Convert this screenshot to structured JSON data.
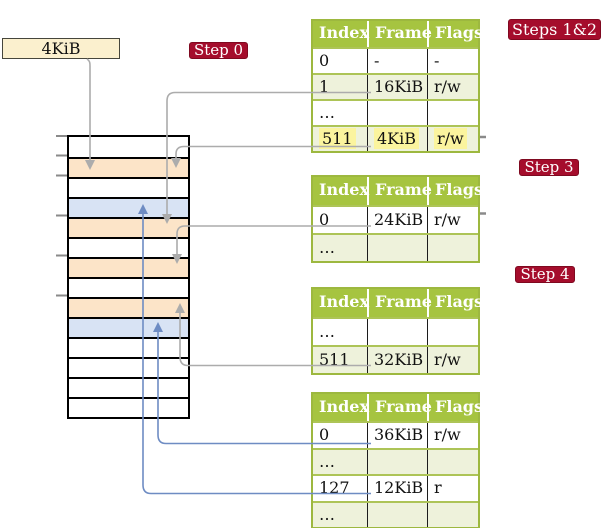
{
  "pointer_box": {
    "label": "4KiB"
  },
  "labels": {
    "step0": "Step 0",
    "steps12": "Steps 1&2",
    "step3": "Step 3",
    "step4": "Step 4"
  },
  "tables": [
    {
      "id": "page-table-steps-1-2",
      "columns": [
        "Index",
        "Frame",
        "Flags"
      ],
      "rows": [
        {
          "cells": [
            "0",
            "-",
            "-"
          ],
          "highlight": false
        },
        {
          "cells": [
            "1",
            "16KiB",
            "r/w"
          ],
          "highlight": false
        },
        {
          "cells": [
            "…",
            "",
            ""
          ],
          "highlight": false
        },
        {
          "cells": [
            "511",
            "4KiB",
            "r/w"
          ],
          "highlight": true
        }
      ]
    },
    {
      "id": "page-table-step-3",
      "columns": [
        "Index",
        "Frame",
        "Flags"
      ],
      "rows": [
        {
          "cells": [
            "0",
            "24KiB",
            "r/w"
          ],
          "highlight": false
        },
        {
          "cells": [
            "…",
            "",
            ""
          ],
          "highlight": false
        }
      ]
    },
    {
      "id": "page-table-step-4a",
      "columns": [
        "Index",
        "Frame",
        "Flags"
      ],
      "rows": [
        {
          "cells": [
            "…",
            "",
            ""
          ],
          "highlight": false
        },
        {
          "cells": [
            "511",
            "32KiB",
            "r/w"
          ],
          "highlight": false
        }
      ]
    },
    {
      "id": "page-table-step-4b",
      "columns": [
        "Index",
        "Frame",
        "Flags"
      ],
      "rows": [
        {
          "cells": [
            "0",
            "36KiB",
            "r/w"
          ],
          "highlight": false
        },
        {
          "cells": [
            "…",
            "",
            ""
          ],
          "highlight": false
        },
        {
          "cells": [
            "127",
            "12KiB",
            "r"
          ],
          "highlight": false
        },
        {
          "cells": [
            "…",
            "",
            ""
          ],
          "highlight": false
        }
      ]
    }
  ],
  "memory_stack": {
    "rows": [
      "white",
      "peach",
      "white",
      "blue",
      "peach",
      "white",
      "peach",
      "white",
      "peach",
      "blue",
      "white",
      "white",
      "white",
      "white"
    ]
  },
  "colors": {
    "label_bg": "#a50d2c",
    "table_header_bg": "#a6c440",
    "table_alt_row_bg": "#eef2db",
    "table_border": "#9db83f",
    "table_row_line": "#adc457",
    "highlight_yellow": "#fbf49e",
    "frame_peach": "#fce4c8",
    "frame_blue": "#d8e3f4",
    "arrow_gray": "#acacac",
    "arrow_blue": "#6e8cc3",
    "pointer_box_bg": "#fbf0ce"
  }
}
